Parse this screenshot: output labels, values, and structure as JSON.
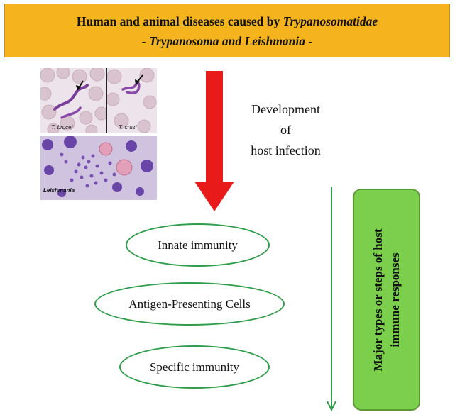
{
  "banner": {
    "line1_prefix": "Human and animal diseases caused by ",
    "line1_italic": "Trypanosomatidae",
    "line2": "- Trypanosoma and Leishmania -"
  },
  "micrographs": {
    "left_label": "T. brucei",
    "right_label": "T. cruzi",
    "bottom_label": "Leishmania"
  },
  "development": {
    "line1": "Development",
    "line2": "of",
    "line3": "host infection"
  },
  "steps": [
    {
      "label": "Innate immunity"
    },
    {
      "label": "Antigen-Presenting Cells"
    },
    {
      "label": "Specific immunity"
    }
  ],
  "side_box": {
    "line1": "Major types or steps of host",
    "line2": "immune responses"
  },
  "colors": {
    "banner": "#f5b41e",
    "red_arrow": "#e81a1a",
    "ellipse_border": "#2e9d4a",
    "side_box": "#7ccf4c",
    "green_arrow": "#2e9d4a"
  }
}
